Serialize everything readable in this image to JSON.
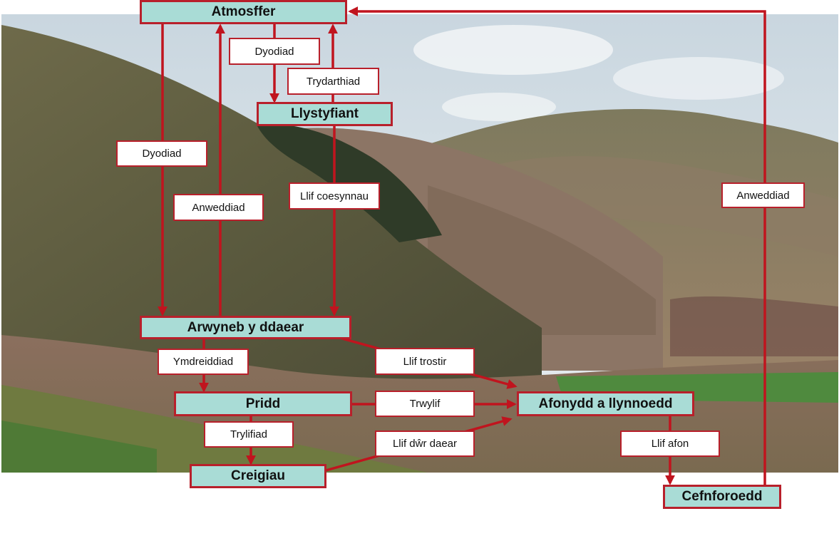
{
  "colors": {
    "node_fill": "#a9dcd6",
    "border": "#b8202b",
    "arrow": "#c0141e",
    "label_fill": "#ffffff"
  },
  "nodes": {
    "atmosphere": "Atmosffer",
    "vegetation": "Llystyfiant",
    "earth_surface": "Arwyneb y ddaear",
    "soil": "Pridd",
    "rocks": "Creigiau",
    "rivers_lakes": "Afonydd a llynnoedd",
    "oceans": "Cefnforoedd"
  },
  "labels": {
    "precip_vegetation": "Dyodiad",
    "transpiration": "Trydarthiad",
    "precip_surface": "Dyodiad",
    "evaporation_surface": "Anweddiad",
    "stemflow": "Llif coesynnau",
    "infiltration": "Ymdreiddiad",
    "overland_flow": "Llif trostir",
    "throughflow": "Trwylif",
    "percolation": "Trylifiad",
    "groundwater_flow": "Llif dŵr daear",
    "river_flow": "Llif afon",
    "evaporation_ocean": "Anweddiad"
  }
}
